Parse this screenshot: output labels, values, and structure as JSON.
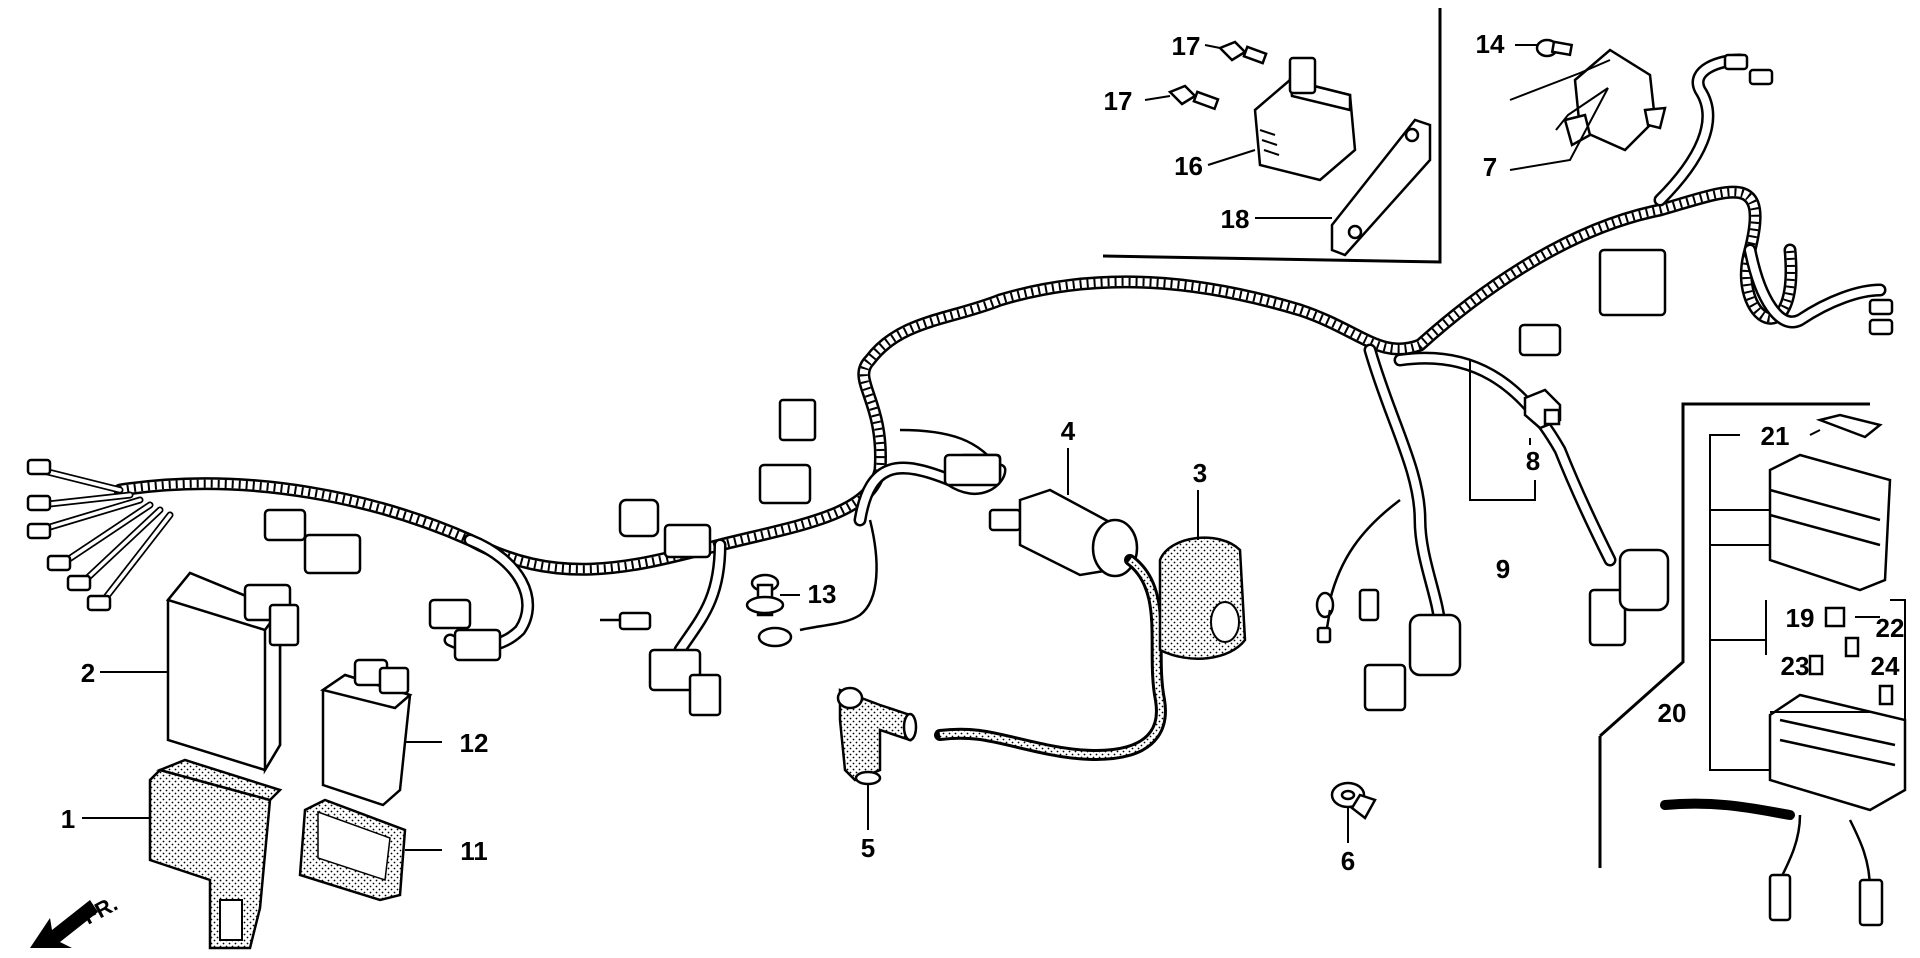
{
  "diagram": {
    "direction_label": "FR.",
    "callouts": [
      {
        "id": "c1",
        "text": "1"
      },
      {
        "id": "c2",
        "text": "2"
      },
      {
        "id": "c3",
        "text": "3"
      },
      {
        "id": "c4",
        "text": "4"
      },
      {
        "id": "c5",
        "text": "5"
      },
      {
        "id": "c6",
        "text": "6"
      },
      {
        "id": "c7",
        "text": "7"
      },
      {
        "id": "c8",
        "text": "8"
      },
      {
        "id": "c9",
        "text": "9"
      },
      {
        "id": "c11",
        "text": "11"
      },
      {
        "id": "c12",
        "text": "12"
      },
      {
        "id": "c13",
        "text": "13"
      },
      {
        "id": "c14",
        "text": "14"
      },
      {
        "id": "c16",
        "text": "16"
      },
      {
        "id": "c17a",
        "text": "17"
      },
      {
        "id": "c17b",
        "text": "17"
      },
      {
        "id": "c18",
        "text": "18"
      },
      {
        "id": "c19",
        "text": "19"
      },
      {
        "id": "c20",
        "text": "20"
      },
      {
        "id": "c21",
        "text": "21"
      },
      {
        "id": "c22",
        "text": "22"
      },
      {
        "id": "c23",
        "text": "23"
      },
      {
        "id": "c24",
        "text": "24"
      }
    ]
  }
}
